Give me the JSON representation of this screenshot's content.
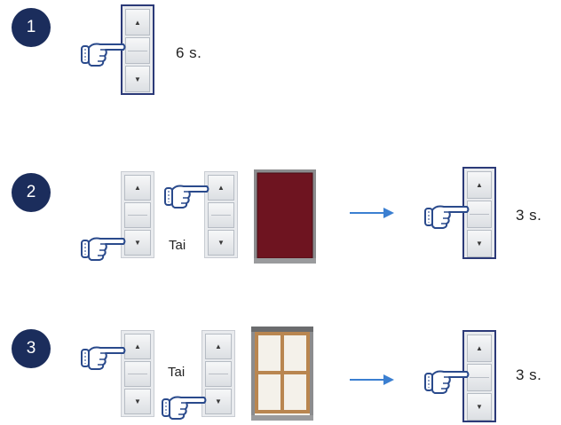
{
  "steps": [
    {
      "number": "1",
      "time": "6 s."
    },
    {
      "number": "2",
      "or_label": "Tai",
      "time": "3 s."
    },
    {
      "number": "3",
      "or_label": "Tai",
      "time": "3 s."
    }
  ],
  "remote": {
    "up_symbol": "▲",
    "down_symbol": "▼"
  },
  "colors": {
    "badge": "#1b2d5c",
    "arrow": "#3b7fd1",
    "hand_outline": "#2a4a8c",
    "curtain_fabric": "#6e1420",
    "window_frame": "#b98650"
  },
  "icons": [
    "pointing-hand-icon",
    "remote-control-icon",
    "arrow-right-icon",
    "closed-curtain-icon",
    "open-window-icon"
  ]
}
